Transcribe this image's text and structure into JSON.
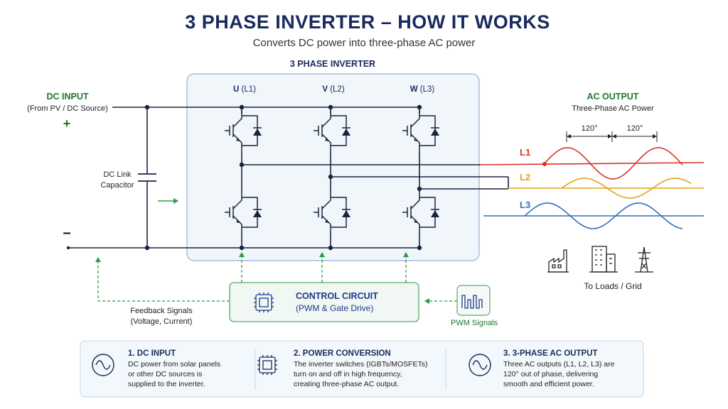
{
  "header": {
    "title": "3 PHASE INVERTER – HOW IT WORKS",
    "subtitle": "Converts DC power into three-phase AC power"
  },
  "inverter": {
    "title": "3 PHASE INVERTER",
    "phases": [
      {
        "letter": "U",
        "line": "(L1)"
      },
      {
        "letter": "V",
        "line": "(L2)"
      },
      {
        "letter": "W",
        "line": "(L3)"
      }
    ]
  },
  "dc_input": {
    "title": "DC INPUT",
    "source": "(From PV / DC Source)",
    "plus": "+",
    "minus": "–"
  },
  "capacitor": {
    "line1": "DC Link",
    "line2": "Capacitor"
  },
  "ac_output": {
    "title": "AC OUTPUT",
    "subtitle": "Three-Phase AC Power",
    "angle1": "120°",
    "angle2": "120°",
    "lines": [
      {
        "label": "L1",
        "color": "#d8342c"
      },
      {
        "label": "L2",
        "color": "#e0a31a"
      },
      {
        "label": "L3",
        "color": "#2f6fbf"
      }
    ],
    "loads_label": "To Loads / Grid",
    "load_icons": [
      "factory-icon",
      "building-icon",
      "transmission-tower-icon"
    ]
  },
  "control": {
    "title": "CONTROL CIRCUIT",
    "subtitle": "(PWM & Gate Drive)",
    "feedback_line1": "Feedback Signals",
    "feedback_line2": "(Voltage, Current)",
    "pwm_label": "PWM Signals"
  },
  "cards": [
    {
      "icon": "sine-wave-icon",
      "title": "1. DC INPUT",
      "lines": [
        "DC power from solar panels",
        "or other DC sources is",
        "supplied to the inverter."
      ]
    },
    {
      "icon": "chip-icon",
      "title": "2. POWER CONVERSION",
      "lines": [
        "The inverter switches (IGBTs/MOSFETs)",
        "turn on and off in high frequency,",
        "creating three-phase AC output."
      ]
    },
    {
      "icon": "sine-wave-icon",
      "title": "3. 3-PHASE AC OUTPUT",
      "lines": [
        "Three AC outputs (L1, L2, L3) are",
        "120° out of phase, delivering",
        "smooth and efficient power."
      ]
    }
  ],
  "colors": {
    "navy": "#1a2a5e",
    "green": "#1c7a2c",
    "box_fill": "#f1f6fb",
    "box_stroke": "#8fb4d9"
  }
}
